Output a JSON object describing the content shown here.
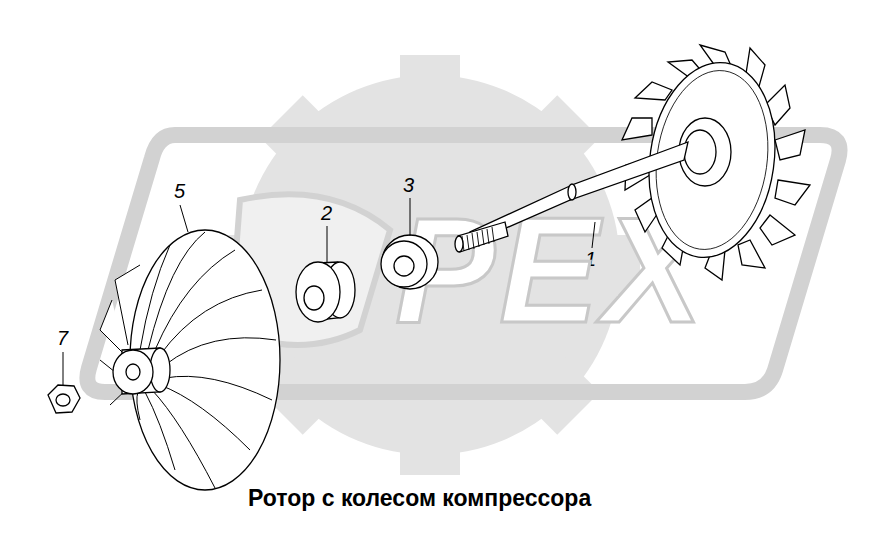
{
  "diagram": {
    "caption": "Ротор с колесом компрессора",
    "labels": [
      "5",
      "2",
      "3",
      "1",
      "7",
      "PEX"
    ]
  }
}
